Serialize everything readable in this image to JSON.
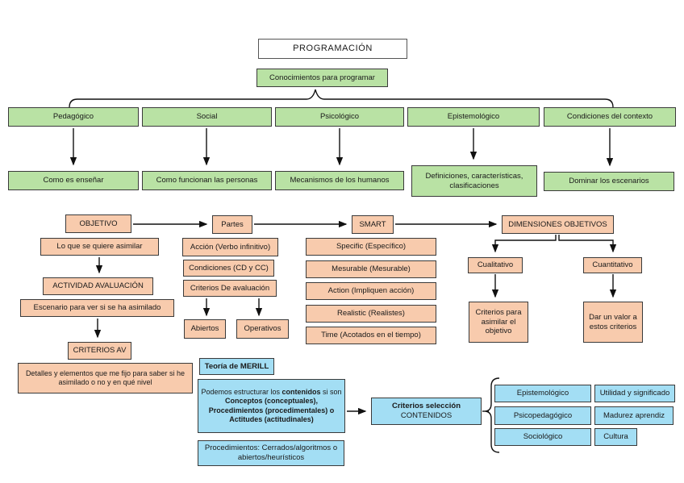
{
  "palette": {
    "green": "#b9e2a4",
    "salmon": "#f8cbad",
    "blue": "#a3def4",
    "border": "#3a3a3a",
    "background": "#ffffff"
  },
  "header": {
    "title": "PROGRAMACIÓN",
    "root": "Conocimientos para programar"
  },
  "knowledge": {
    "categories": [
      {
        "label": "Pedagógico",
        "desc": "Como es enseñar"
      },
      {
        "label": "Social",
        "desc": "Como funcionan las personas"
      },
      {
        "label": "Psicológico",
        "desc": "Mecanismos de los humanos"
      },
      {
        "label": "Epistemológico",
        "desc": "Definiciones, características, clasificaciones"
      },
      {
        "label": "Condiciones del contexto",
        "desc": "Dominar los escenarios"
      }
    ]
  },
  "objetivo": {
    "title": "OBJETIVO",
    "definition": "Lo que se quiere asimilar",
    "activity": "ACTIVIDAD AVALUACIÓN",
    "activity_desc": "Escenario para ver si se ha asimilado",
    "criteria": "CRITERIOS AV",
    "criteria_desc": "Detalles y elementos que me fijo para saber si he asimilado o no y en qué nivel"
  },
  "partes": {
    "title": "Partes",
    "items": [
      "Acción (Verbo infinitivo)",
      "Condiciones (CD y CC)",
      "Criterios De avaluación"
    ],
    "types": [
      "Abiertos",
      "Operativos"
    ]
  },
  "smart": {
    "title": "SMART",
    "items": [
      "Specific (Específico)",
      "Mesurable (Mesurable)",
      "Action (Impliquen acción)",
      "Realistic (Realistes)",
      "Time (Acotados en el tiempo)"
    ]
  },
  "dimensiones": {
    "title": "DIMENSIONES OBJETIVOS",
    "cualitativo": "Cualitativo",
    "cualitativo_desc": "Criterios para asimilar el objetivo",
    "cuantitativo": "Cuantitativo",
    "cuantitativo_desc": "Dar un valor a estos criterios"
  },
  "merill": {
    "title": "Teoría de MERILL",
    "segments": [
      "Podemos estructurar los ",
      "contenidos",
      " si son ",
      "Conceptos (conceptuales), Procedimientos (procedimentales) o Actitudes (actitudinales)"
    ],
    "procedimientos": "Procedimientos: Cerrados/algoritmos o abiertos/heurísticos"
  },
  "seleccion": {
    "line1": "Criterios selección",
    "line2": "CONTENIDOS",
    "criteria_left": [
      "Epistemológico",
      "Psicopedagógico",
      "Sociológico"
    ],
    "criteria_right": [
      "Utilidad y significado",
      "Madurez aprendiz",
      "Cultura"
    ]
  }
}
